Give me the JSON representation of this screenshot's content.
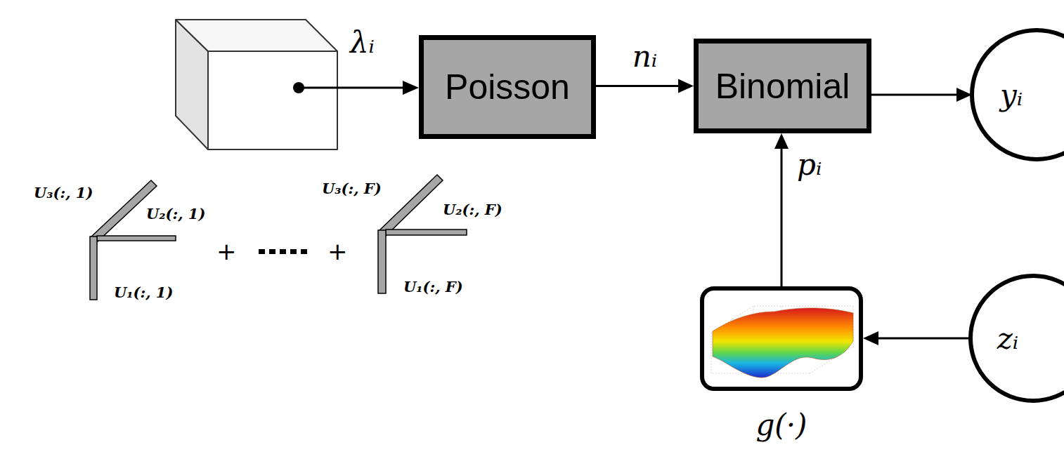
{
  "diagram": {
    "nodes": [
      {
        "text": [
          "Poisson"
        ]
      },
      {
        "text": [
          "Binomial"
        ]
      },
      {
        "text": [
          "yᵢ"
        ]
      },
      {
        "text": [
          "g(·)"
        ]
      },
      {
        "text": [
          "zᵢ"
        ]
      }
    ],
    "edges": [
      {
        "from": 0,
        "to": 1,
        "label": "nᵢ",
        "arrow": "to"
      },
      {
        "from": 1,
        "to": 2,
        "arrow": "to"
      },
      {
        "from": 3,
        "to": 1,
        "label": "pᵢ",
        "arrow": "to"
      },
      {
        "from": 4,
        "to": 3,
        "arrow": "to"
      }
    ],
    "labels": [
      "λᵢ",
      "U₃(:, 1)",
      "U₂(:, 1)",
      "U₁(:, 1)",
      "+",
      "+",
      "U₃(:, F)",
      "U₂(:, F)",
      "U₁(:, F)"
    ]
  }
}
